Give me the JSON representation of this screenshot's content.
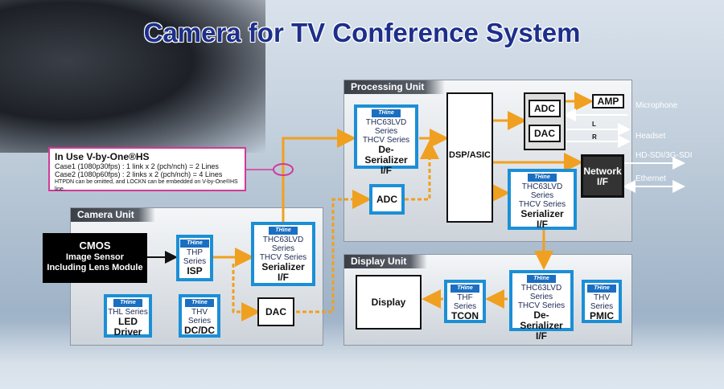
{
  "title": "Camera for TV Conference System",
  "brand_badge": "THine",
  "colors": {
    "accent_blue": "#1b8fd6",
    "arrow_orange": "#f0a020",
    "title_blue": "#1d2f8a",
    "note_border": "#d03a9a"
  },
  "note": {
    "heading": "In Use V-by-One®HS",
    "case1": "Case1 (1080p30fps) : 1 link x 2 (pch/nch) = 2 Lines",
    "case2": "Case2 (1080p60fps) : 2 links x 2 (pch/nch) = 4 Lines",
    "footnote": "HTPDN can be omitted, and LOCKN can be embedded on V-by-One®HS line."
  },
  "panels": {
    "processing": "Processing Unit",
    "camera": "Camera Unit",
    "display": "Display Unit"
  },
  "camera": {
    "cmos": {
      "l1": "CMOS",
      "l2": "Image Sensor",
      "l3": "Including Lens Module"
    },
    "isp": {
      "series": "THP",
      "series2": "Series",
      "name": "ISP"
    },
    "serializer": {
      "l1": "THC63LVD",
      "l2": "Series",
      "l3": "THCV Series",
      "name1": "Serializer",
      "name2": "I/F"
    },
    "led": {
      "series": "THL Series",
      "name1": "LED",
      "name2": "Driver"
    },
    "dcdc": {
      "series": "THV",
      "series2": "Series",
      "name": "DC/DC"
    },
    "dac": "DAC"
  },
  "processing": {
    "deserializer": {
      "l1": "THC63LVD",
      "l2": "Series",
      "l3": "THCV Series",
      "name1": "De-Serializer",
      "name2": "I/F"
    },
    "adc_in": "ADC",
    "dsp": "DSP/ASIC",
    "adc": "ADC",
    "dac": "DAC",
    "amp": "AMP",
    "serializer": {
      "l1": "THC63LVD",
      "l2": "Series",
      "l3": "THCV Series",
      "name1": "Serializer",
      "name2": "I/F"
    },
    "network": {
      "name1": "Network",
      "name2": "I/F"
    }
  },
  "display": {
    "display": "Display",
    "tcon": {
      "series": "THF",
      "series2": "Series",
      "name": "TCON"
    },
    "deserializer": {
      "l1": "THC63LVD",
      "l2": "Series",
      "l3": "THCV Series",
      "name1": "De-Serializer",
      "name2": "I/F"
    },
    "pmic": {
      "series": "THV",
      "series2": "Series",
      "name": "PMIC"
    }
  },
  "io_labels": {
    "microphone": "Microphone",
    "headset": "Headset",
    "l": "L",
    "r": "R",
    "sdi": "HD-SDI/3G-SDI",
    "ethernet": "Ethernet"
  }
}
